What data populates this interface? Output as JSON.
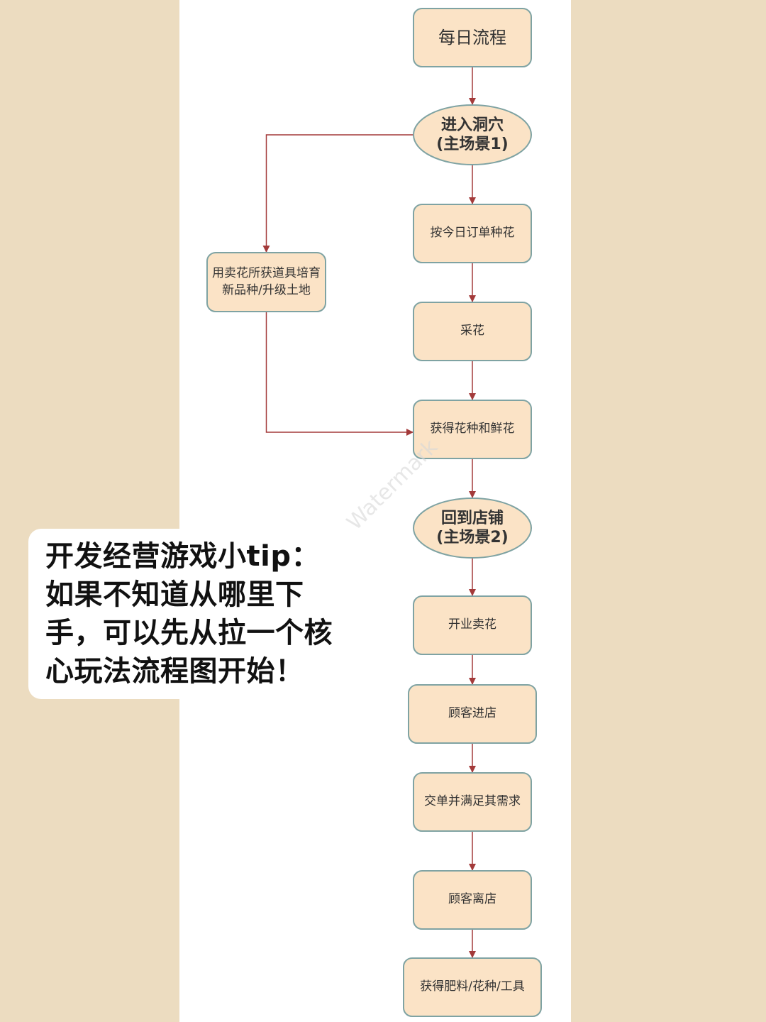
{
  "colors": {
    "background": "#ecdcc0",
    "panel": "#ffffff",
    "node_fill": "#fbe3c6",
    "node_stroke": "#7fa3a3",
    "edge": "#a33a3a"
  },
  "nodes": [
    {
      "id": "daily",
      "shape": "rect",
      "text": "每日流程"
    },
    {
      "id": "cave",
      "shape": "ellipse",
      "text": "进入洞穴\n(主场景1)"
    },
    {
      "id": "plant",
      "shape": "rect",
      "text": "按今日订单种花"
    },
    {
      "id": "breed",
      "shape": "rect",
      "text": "用卖花所获道具培育新品种/升级土地"
    },
    {
      "id": "pick",
      "shape": "rect",
      "text": "采花"
    },
    {
      "id": "seeds",
      "shape": "rect",
      "text": "获得花种和鲜花"
    },
    {
      "id": "shop",
      "shape": "ellipse",
      "text": "回到店铺\n(主场景2)"
    },
    {
      "id": "open",
      "shape": "rect",
      "text": "开业卖花"
    },
    {
      "id": "enter",
      "shape": "rect",
      "text": "顾客进店"
    },
    {
      "id": "deliver",
      "shape": "rect",
      "text": "交单并满足其需求"
    },
    {
      "id": "leave",
      "shape": "rect",
      "text": "顾客离店"
    },
    {
      "id": "reward",
      "shape": "rect",
      "text": "获得肥料/花种/工具"
    }
  ],
  "edges": [
    {
      "from": "daily",
      "to": "cave"
    },
    {
      "from": "cave",
      "to": "plant"
    },
    {
      "from": "cave",
      "to": "breed"
    },
    {
      "from": "plant",
      "to": "pick"
    },
    {
      "from": "pick",
      "to": "seeds"
    },
    {
      "from": "breed",
      "to": "seeds"
    },
    {
      "from": "seeds",
      "to": "shop"
    },
    {
      "from": "shop",
      "to": "open"
    },
    {
      "from": "open",
      "to": "enter"
    },
    {
      "from": "enter",
      "to": "deliver"
    },
    {
      "from": "deliver",
      "to": "leave"
    },
    {
      "from": "leave",
      "to": "reward"
    }
  ],
  "watermark": "Watermark",
  "tip": {
    "text": "开发经营游戏小tip：\n如果不知道从哪里下\n手，可以先从拉一个核\n心玩法流程图开始！"
  }
}
